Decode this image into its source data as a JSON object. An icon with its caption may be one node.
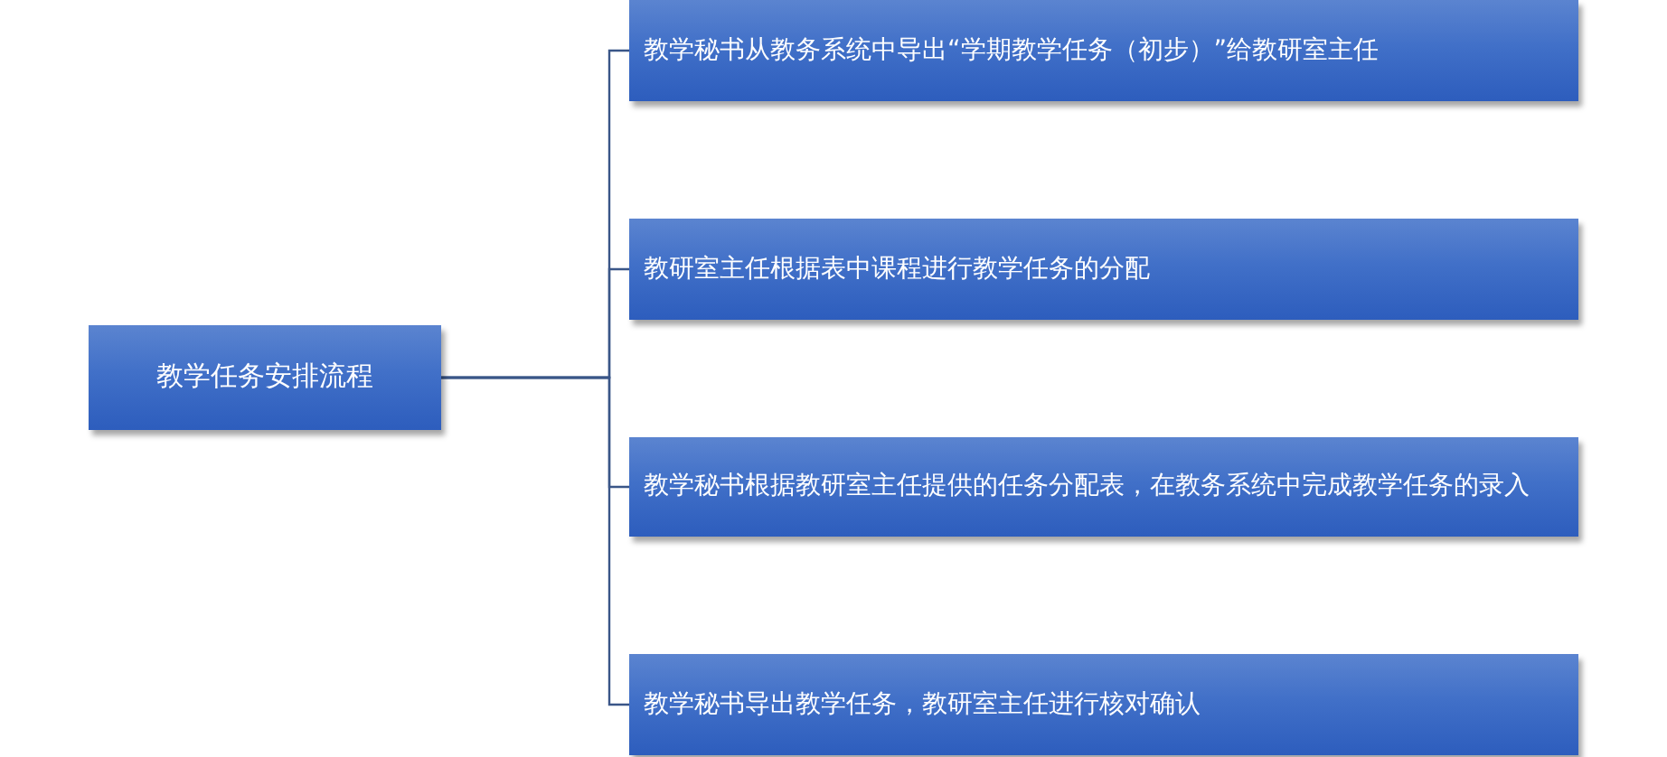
{
  "diagram": {
    "nodes": [
      {
        "text": [
          "教学任务安排流程"
        ]
      },
      {
        "text": [
          "教学秘书从教务系统中导出“学期教学任务（初步）”给教研室主任"
        ]
      },
      {
        "text": [
          "教研室主任根据表中课程进行教学任务的分配"
        ]
      },
      {
        "text": [
          "教学秘书根据教研室主任提供的任务分配表，在教务系统中完成教学任务的录入"
        ]
      },
      {
        "text": [
          "教学秘书导出教学任务，教研室主任进行核对确认"
        ]
      }
    ],
    "edges": [
      {
        "from": 0,
        "to": 1,
        "arrow": "none"
      },
      {
        "from": 0,
        "to": 2,
        "arrow": "none"
      },
      {
        "from": 0,
        "to": 3,
        "arrow": "none"
      },
      {
        "from": 0,
        "to": 4,
        "arrow": "none"
      }
    ]
  }
}
